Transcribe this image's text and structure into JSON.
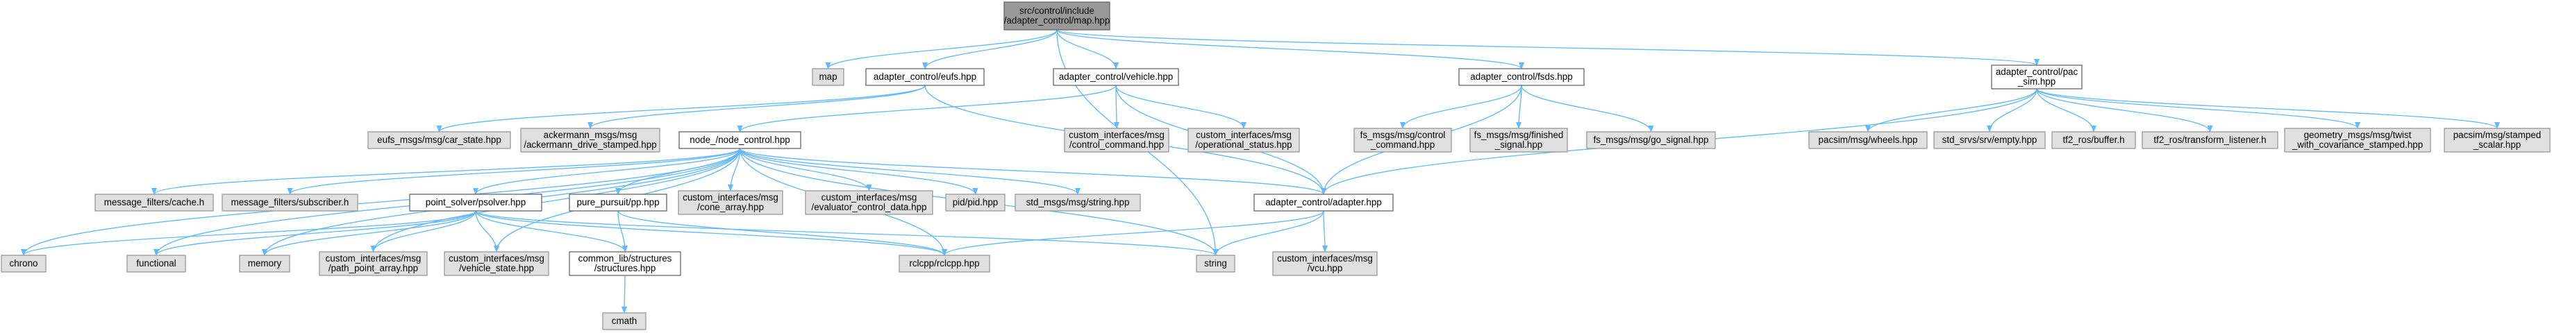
{
  "colors": {
    "edge": "#63b8ff",
    "root_fill": "#999999",
    "root_stroke": "#666666",
    "documented_fill": "#ffffff",
    "documented_stroke": "#666666",
    "external_fill": "#e0e0e0",
    "external_stroke": "#999999"
  },
  "nodes": [
    {
      "id": "root",
      "style": "root",
      "lines": [
        "src/control/include",
        "/adapter_control/map.hpp"
      ]
    },
    {
      "id": "map",
      "style": "external",
      "lines": [
        "map"
      ]
    },
    {
      "id": "eufs",
      "style": "documented",
      "lines": [
        "adapter_control/eufs.hpp"
      ]
    },
    {
      "id": "vehicle",
      "style": "documented",
      "lines": [
        "adapter_control/vehicle.hpp"
      ]
    },
    {
      "id": "fsds",
      "style": "documented",
      "lines": [
        "adapter_control/fsds.hpp"
      ]
    },
    {
      "id": "pacsim",
      "style": "documented",
      "lines": [
        "adapter_control/pac",
        "_sim.hpp"
      ]
    },
    {
      "id": "car_state",
      "style": "external",
      "lines": [
        "eufs_msgs/msg/car_state.hpp"
      ]
    },
    {
      "id": "ackermann",
      "style": "external",
      "lines": [
        "ackermann_msgs/msg",
        "/ackermann_drive_stamped.hpp"
      ]
    },
    {
      "id": "node",
      "style": "documented",
      "lines": [
        "node_/node_control.hpp"
      ]
    },
    {
      "id": "control_command",
      "style": "external",
      "lines": [
        "custom_interfaces/msg",
        "/control_command.hpp"
      ]
    },
    {
      "id": "operational_status",
      "style": "external",
      "lines": [
        "custom_interfaces/msg",
        "/operational_status.hpp"
      ]
    },
    {
      "id": "fs_control_command",
      "style": "external",
      "lines": [
        "fs_msgs/msg/control",
        "_command.hpp"
      ]
    },
    {
      "id": "finished_signal",
      "style": "external",
      "lines": [
        "fs_msgs/msg/finished",
        "_signal.hpp"
      ]
    },
    {
      "id": "go_signal",
      "style": "external",
      "lines": [
        "fs_msgs/msg/go_signal.hpp"
      ]
    },
    {
      "id": "wheels",
      "style": "external",
      "lines": [
        "pacsim/msg/wheels.hpp"
      ]
    },
    {
      "id": "empty",
      "style": "external",
      "lines": [
        "std_srvs/srv/empty.hpp"
      ]
    },
    {
      "id": "tf2_buffer",
      "style": "external",
      "lines": [
        "tf2_ros/buffer.h"
      ]
    },
    {
      "id": "tf2_listener",
      "style": "external",
      "lines": [
        "tf2_ros/transform_listener.h"
      ]
    },
    {
      "id": "twist",
      "style": "external",
      "lines": [
        "geometry_msgs/msg/twist",
        "_with_covariance_stamped.hpp"
      ]
    },
    {
      "id": "stamped_scalar",
      "style": "external",
      "lines": [
        "pacsim/msg/stamped",
        "_scalar.hpp"
      ]
    },
    {
      "id": "cache",
      "style": "external",
      "lines": [
        "message_filters/cache.h"
      ]
    },
    {
      "id": "subscriber",
      "style": "external",
      "lines": [
        "message_filters/subscriber.h"
      ]
    },
    {
      "id": "psolver",
      "style": "documented",
      "lines": [
        "point_solver/psolver.hpp"
      ]
    },
    {
      "id": "pp",
      "style": "documented",
      "lines": [
        "pure_pursuit/pp.hpp"
      ]
    },
    {
      "id": "cone_array",
      "style": "external",
      "lines": [
        "custom_interfaces/msg",
        "/cone_array.hpp"
      ]
    },
    {
      "id": "evaluator",
      "style": "external",
      "lines": [
        "custom_interfaces/msg",
        "/evaluator_control_data.hpp"
      ]
    },
    {
      "id": "pid",
      "style": "external",
      "lines": [
        "pid/pid.hpp"
      ]
    },
    {
      "id": "std_string",
      "style": "external",
      "lines": [
        "std_msgs/msg/string.hpp"
      ]
    },
    {
      "id": "adapter",
      "style": "documented",
      "lines": [
        "adapter_control/adapter.hpp"
      ]
    },
    {
      "id": "chrono",
      "style": "external",
      "lines": [
        "chrono"
      ]
    },
    {
      "id": "functional",
      "style": "external",
      "lines": [
        "functional"
      ]
    },
    {
      "id": "memory",
      "style": "external",
      "lines": [
        "memory"
      ]
    },
    {
      "id": "path_point_array",
      "style": "external",
      "lines": [
        "custom_interfaces/msg",
        "/path_point_array.hpp"
      ]
    },
    {
      "id": "vehicle_state",
      "style": "external",
      "lines": [
        "custom_interfaces/msg",
        "/vehicle_state.hpp"
      ]
    },
    {
      "id": "structures",
      "style": "documented",
      "lines": [
        "common_lib/structures",
        "/structures.hpp"
      ]
    },
    {
      "id": "rclcpp",
      "style": "external",
      "lines": [
        "rclcpp/rclcpp.hpp"
      ]
    },
    {
      "id": "string",
      "style": "external",
      "lines": [
        "string"
      ]
    },
    {
      "id": "vcu",
      "style": "external",
      "lines": [
        "custom_interfaces/msg",
        "/vcu.hpp"
      ]
    },
    {
      "id": "cmath",
      "style": "external",
      "lines": [
        "cmath"
      ]
    }
  ],
  "edges": [
    [
      "root",
      "map"
    ],
    [
      "root",
      "eufs"
    ],
    [
      "root",
      "vehicle"
    ],
    [
      "root",
      "fsds"
    ],
    [
      "root",
      "pacsim"
    ],
    [
      "root",
      "string"
    ],
    [
      "eufs",
      "car_state"
    ],
    [
      "eufs",
      "ackermann"
    ],
    [
      "eufs",
      "adapter"
    ],
    [
      "vehicle",
      "node"
    ],
    [
      "vehicle",
      "control_command"
    ],
    [
      "vehicle",
      "operational_status"
    ],
    [
      "vehicle",
      "adapter"
    ],
    [
      "fsds",
      "fs_control_command"
    ],
    [
      "fsds",
      "finished_signal"
    ],
    [
      "fsds",
      "go_signal"
    ],
    [
      "fsds",
      "adapter"
    ],
    [
      "pacsim",
      "adapter"
    ],
    [
      "pacsim",
      "wheels"
    ],
    [
      "pacsim",
      "empty"
    ],
    [
      "pacsim",
      "tf2_buffer"
    ],
    [
      "pacsim",
      "tf2_listener"
    ],
    [
      "pacsim",
      "twist"
    ],
    [
      "pacsim",
      "stamped_scalar"
    ],
    [
      "node",
      "chrono"
    ],
    [
      "node",
      "functional"
    ],
    [
      "node",
      "memory"
    ],
    [
      "node",
      "cache"
    ],
    [
      "node",
      "subscriber"
    ],
    [
      "node",
      "psolver"
    ],
    [
      "node",
      "pp"
    ],
    [
      "node",
      "cone_array"
    ],
    [
      "node",
      "evaluator"
    ],
    [
      "node",
      "pid"
    ],
    [
      "node",
      "std_string"
    ],
    [
      "node",
      "adapter"
    ],
    [
      "node",
      "path_point_array"
    ],
    [
      "node",
      "vehicle_state"
    ],
    [
      "node",
      "rclcpp"
    ],
    [
      "node",
      "string"
    ],
    [
      "psolver",
      "chrono"
    ],
    [
      "psolver",
      "functional"
    ],
    [
      "psolver",
      "memory"
    ],
    [
      "psolver",
      "path_point_array"
    ],
    [
      "psolver",
      "vehicle_state"
    ],
    [
      "psolver",
      "structures"
    ],
    [
      "psolver",
      "rclcpp"
    ],
    [
      "psolver",
      "string"
    ],
    [
      "pp",
      "structures"
    ],
    [
      "pp",
      "rclcpp"
    ],
    [
      "adapter",
      "rclcpp"
    ],
    [
      "adapter",
      "string"
    ],
    [
      "adapter",
      "vcu"
    ],
    [
      "structures",
      "cmath"
    ]
  ]
}
